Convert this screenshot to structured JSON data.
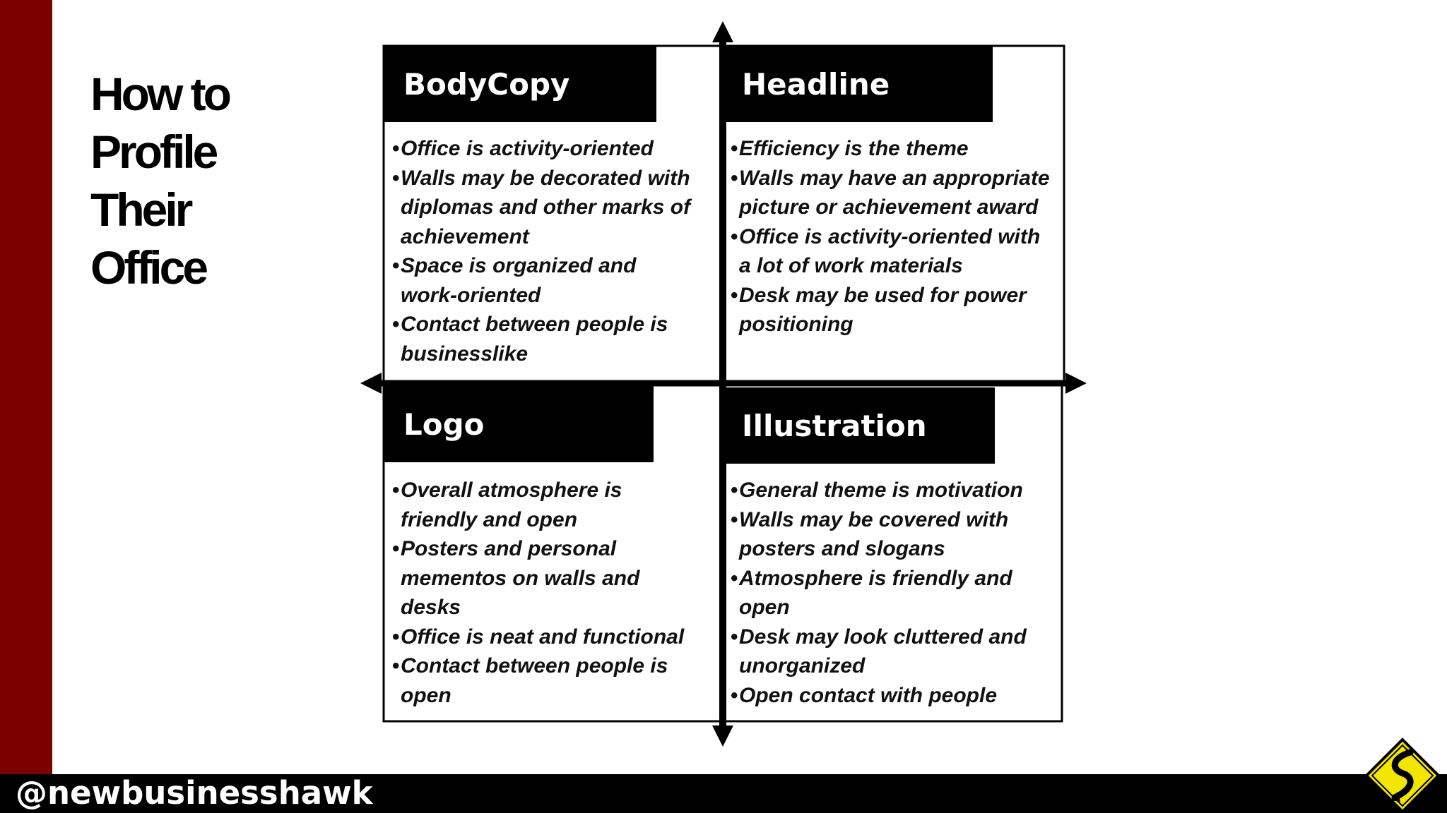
{
  "slide": {
    "title_lines": [
      "How to",
      "Profile",
      "Their",
      "Office"
    ],
    "handle": "@newbusinesshawk",
    "accent_color": "#7b0000"
  },
  "quadrants": [
    {
      "label": "BodyCopy",
      "items": [
        "Office is activity-oriented",
        "Walls may be decorated with diplomas and other marks of achievement",
        "Space is organized and work-oriented",
        "Contact between people is businesslike"
      ]
    },
    {
      "label": "Headline",
      "items": [
        "Efficiency is the theme",
        "Walls may have an appropriate picture or achievement award",
        "Office is activity-oriented with a lot of work materials",
        "Desk may be used for power positioning"
      ]
    },
    {
      "label": "Logo",
      "items": [
        "Overall atmosphere is friendly and open",
        "Posters and personal mementos on walls and desks",
        "Office is neat and functional",
        "Contact between people is open"
      ]
    },
    {
      "label": "Illustration",
      "items": [
        "General theme is motivation",
        "Walls may be covered with posters and slogans",
        "Atmosphere is friendly and open",
        "Desk may look cluttered and unorganized",
        "Open contact with people"
      ]
    }
  ],
  "icons": {
    "arrow": "arrow-icon",
    "brand": "winding-road-sign-icon"
  }
}
